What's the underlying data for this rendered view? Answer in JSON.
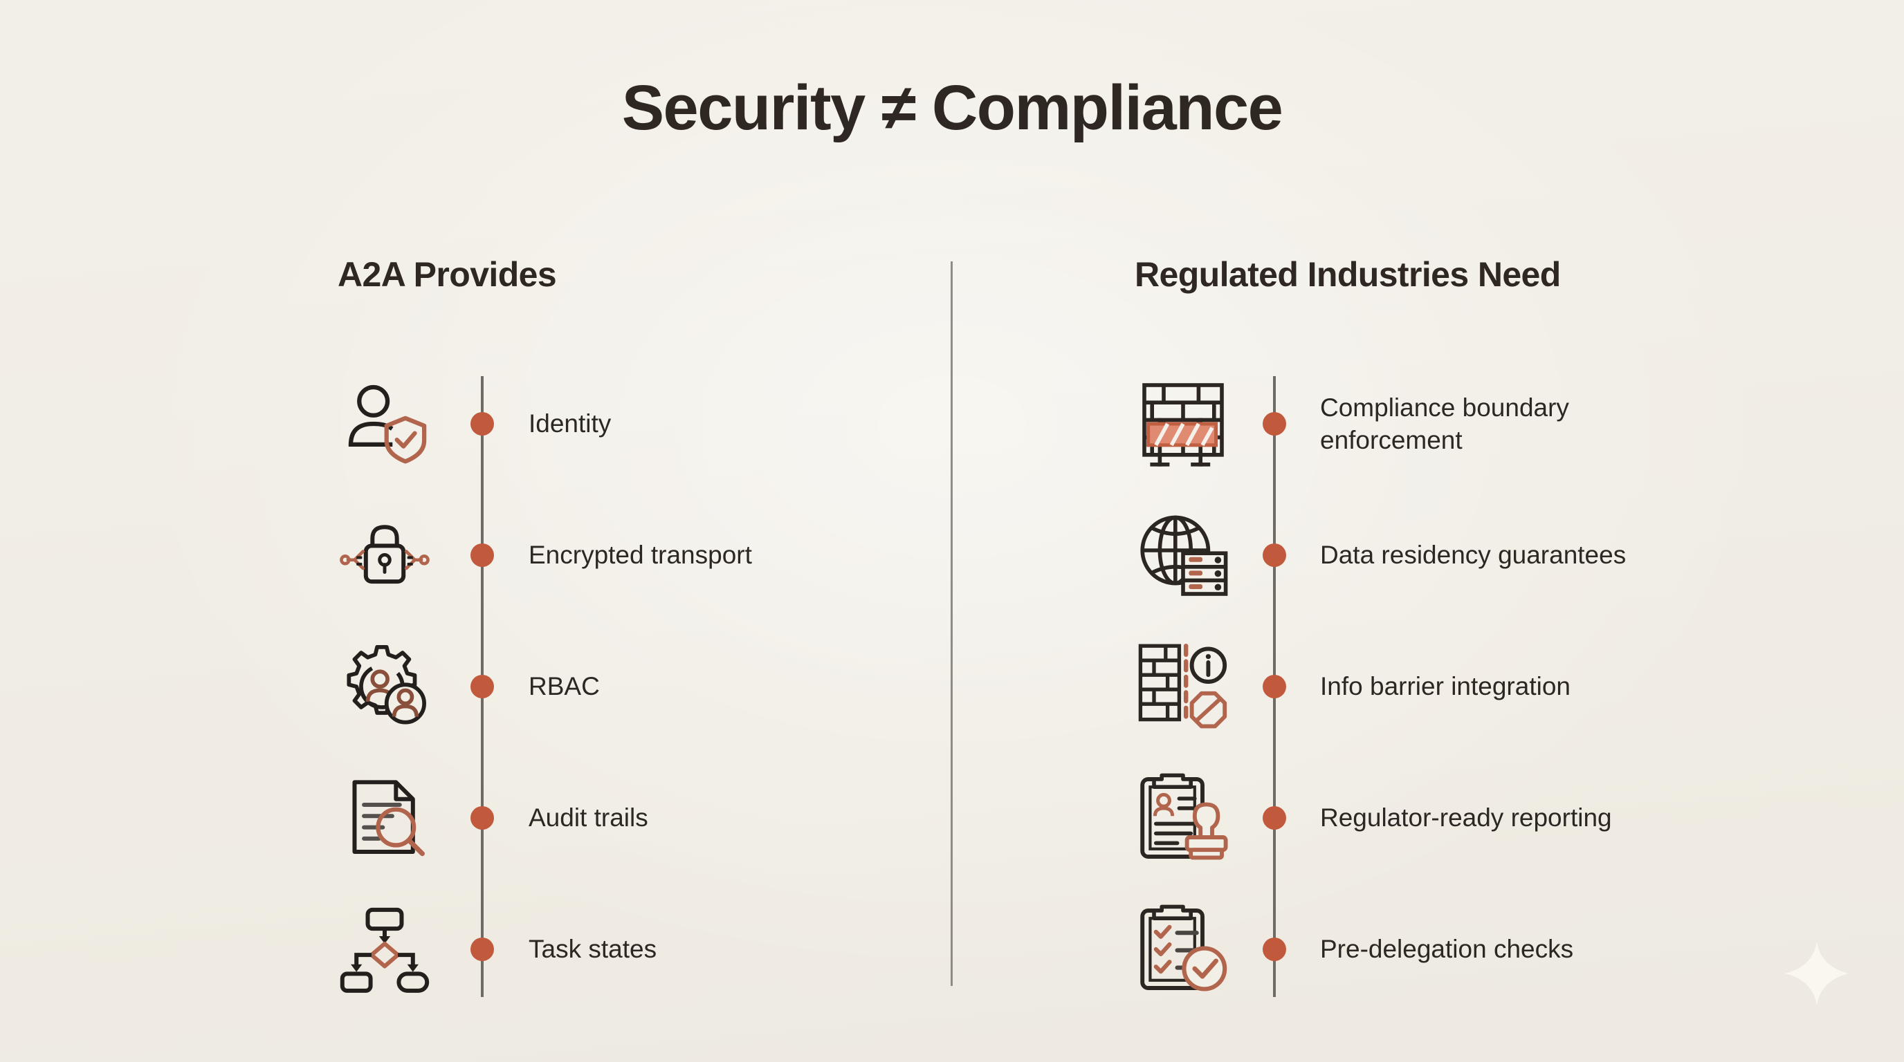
{
  "slide": {
    "title": "Security ≠ Compliance",
    "background_color": "#f2efe7",
    "title_color": "#2e2722",
    "accent_color": "#c15a3c",
    "dark_ink_color": "#2b2622",
    "rail_color": "#6e6b64",
    "divider_color": "#7d7a73"
  },
  "columns": {
    "left": {
      "heading": "A2A Provides",
      "items": [
        {
          "label": "Identity",
          "icon": "user-shield-icon"
        },
        {
          "label": "Encrypted transport",
          "icon": "padlock-circuit-icon"
        },
        {
          "label": "RBAC",
          "icon": "gear-users-icon"
        },
        {
          "label": "Audit trails",
          "icon": "document-magnifier-icon"
        },
        {
          "label": "Task states",
          "icon": "flowchart-icon"
        }
      ]
    },
    "right": {
      "heading": "Regulated Industries Need",
      "items": [
        {
          "label": "Compliance boundary enforcement",
          "icon": "wall-barricade-icon"
        },
        {
          "label": "Data residency guarantees",
          "icon": "globe-server-icon"
        },
        {
          "label": "Info barrier integration",
          "icon": "wall-info-block-icon"
        },
        {
          "label": "Regulator-ready reporting",
          "icon": "clipboard-stamp-icon"
        },
        {
          "label": "Pre-delegation checks",
          "icon": "clipboard-check-icon"
        }
      ]
    }
  },
  "decoration": {
    "sparkle": "four-point-sparkle-icon"
  }
}
